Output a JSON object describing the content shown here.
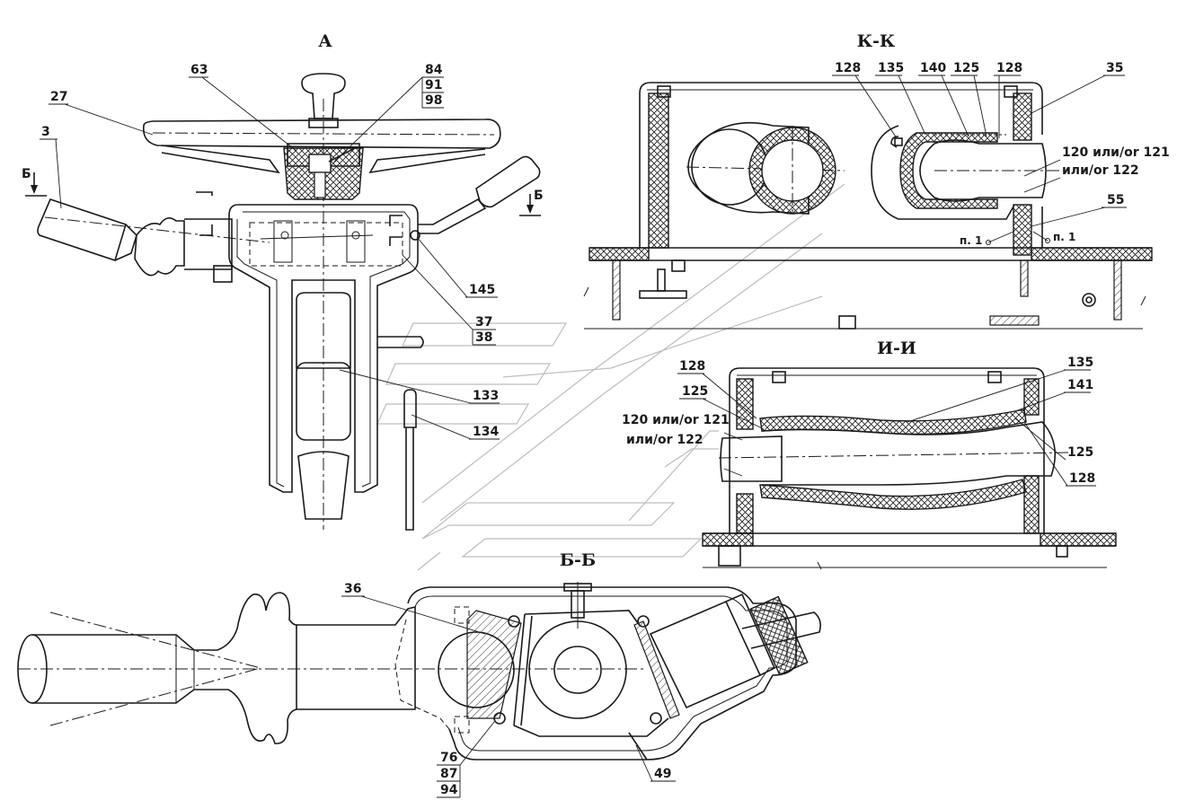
{
  "views": {
    "a": "А",
    "kk": "К-К",
    "ii": "И-И",
    "bb": "Б-Б"
  },
  "section_marks": {
    "b_left": "Б",
    "b_right": "Б"
  },
  "view_a": {
    "l63": "63",
    "l84": "84",
    "l91": "91",
    "l98": "98",
    "l27": "27",
    "l3": "3",
    "l145": "145",
    "l37": "37",
    "l38": "38",
    "l133": "133",
    "l134": "134"
  },
  "view_kk": {
    "l128a": "128",
    "l135": "135",
    "l140": "140",
    "l125": "125",
    "l128b": "128",
    "l35": "35",
    "l120": "120 или/or 121",
    "l122": "или/or 122",
    "l55": "55",
    "p1a": "п. 1",
    "p1b": "п. 1"
  },
  "view_ii": {
    "l128a": "128",
    "l125a": "125",
    "l120": "120 или/or 121",
    "l122": "или/or 122",
    "l135": "135",
    "l141": "141",
    "l125b": "125",
    "l128b": "128"
  },
  "view_bb": {
    "l36": "36",
    "l76": "76",
    "l87": "87",
    "l94": "94",
    "l49": "49"
  }
}
